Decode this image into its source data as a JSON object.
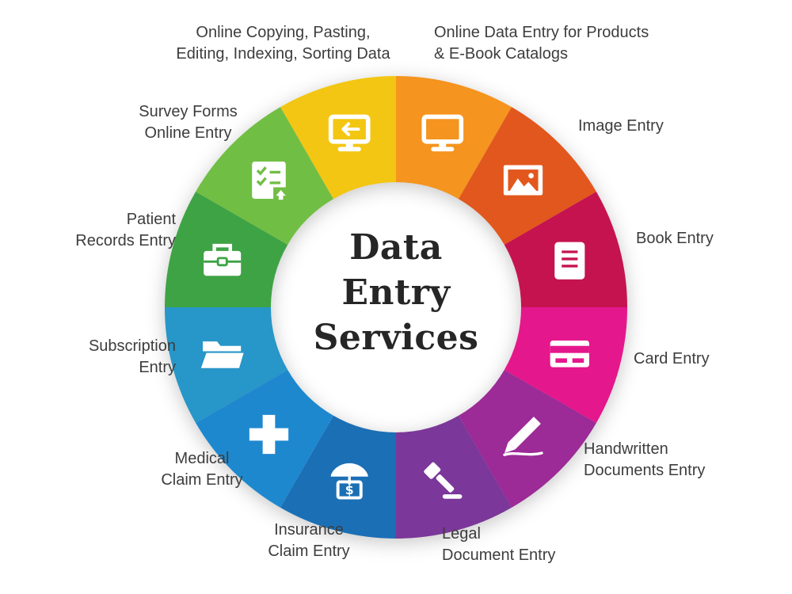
{
  "wheel": {
    "center_title": "Data\nEntry\nServices",
    "segments": [
      {
        "id": "products-ebook",
        "label": "Online Data Entry for Products\n& E-Book Catalogs",
        "color": "#F5941E",
        "icon": "monitor-icon"
      },
      {
        "id": "image-entry",
        "label": "Image Entry",
        "color": "#E2571D",
        "icon": "image-icon"
      },
      {
        "id": "book-entry",
        "label": "Book Entry",
        "color": "#C5134F",
        "icon": "book-icon"
      },
      {
        "id": "card-entry",
        "label": "Card Entry",
        "color": "#E5178C",
        "icon": "credit-card-icon"
      },
      {
        "id": "handwritten-documents-entry",
        "label": "Handwritten\nDocuments Entry",
        "color": "#9C2A97",
        "icon": "handwriting-icon"
      },
      {
        "id": "legal-document-entry",
        "label": "Legal\nDocument Entry",
        "color": "#7B3799",
        "icon": "gavel-icon"
      },
      {
        "id": "insurance-claim-entry",
        "label": "Insurance\nClaim Entry",
        "color": "#1B6FB5",
        "icon": "umbrella-dollar-icon"
      },
      {
        "id": "medical-claim-entry",
        "label": "Medical\nClaim Entry",
        "color": "#1E88CF",
        "icon": "medical-cross-icon"
      },
      {
        "id": "subscription-entry",
        "label": "Subscription\nEntry",
        "color": "#2796C8",
        "icon": "folder-icon"
      },
      {
        "id": "patient-records-entry",
        "label": "Patient\nRecords Entry",
        "color": "#3EA344",
        "icon": "briefcase-icon"
      },
      {
        "id": "survey-forms-online-entry",
        "label": "Survey Forms\nOnline Entry",
        "color": "#71BE44",
        "icon": "survey-form-icon"
      },
      {
        "id": "online-copying-entry",
        "label": "Online Copying, Pasting,\nEditing, Indexing, Sorting Data",
        "color": "#F3C613",
        "icon": "monitor-arrow-icon"
      }
    ]
  }
}
